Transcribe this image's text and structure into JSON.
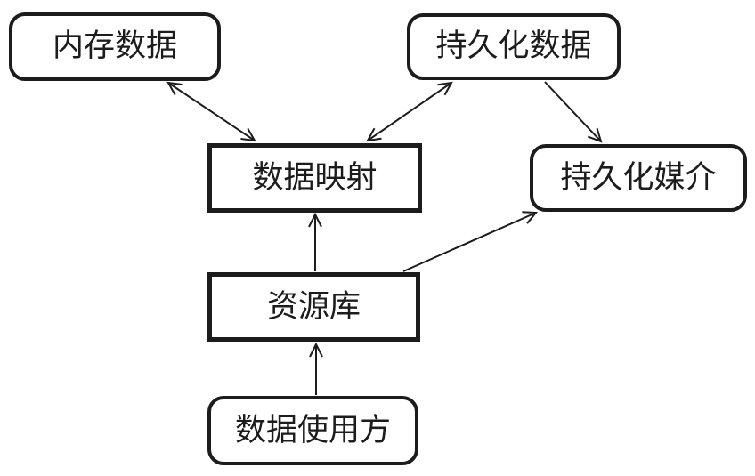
{
  "diagram": {
    "title": "",
    "nodes": {
      "memory_data": {
        "label": "内存数据",
        "shape": "rounded"
      },
      "persistent_data": {
        "label": "持久化数据",
        "shape": "rounded"
      },
      "data_mapper": {
        "label": "数据映射",
        "shape": "rectangle"
      },
      "persistence_medium": {
        "label": "持久化媒介",
        "shape": "rounded"
      },
      "repository": {
        "label": "资源库",
        "shape": "rectangle"
      },
      "data_consumer": {
        "label": "数据使用方",
        "shape": "rounded"
      }
    },
    "connections": [
      {
        "from": "memory_data",
        "to": "data_mapper",
        "bidirectional": true
      },
      {
        "from": "persistent_data",
        "to": "data_mapper",
        "bidirectional": true
      },
      {
        "from": "persistent_data",
        "to": "persistence_medium",
        "bidirectional": false
      },
      {
        "from": "repository",
        "to": "data_mapper",
        "bidirectional": false
      },
      {
        "from": "repository",
        "to": "persistence_medium",
        "bidirectional": false
      },
      {
        "from": "data_consumer",
        "to": "repository",
        "bidirectional": false
      }
    ],
    "colors": {
      "stroke": "#1c1c1c",
      "node_fill": "#ffffff",
      "background": "#ffffff"
    }
  }
}
